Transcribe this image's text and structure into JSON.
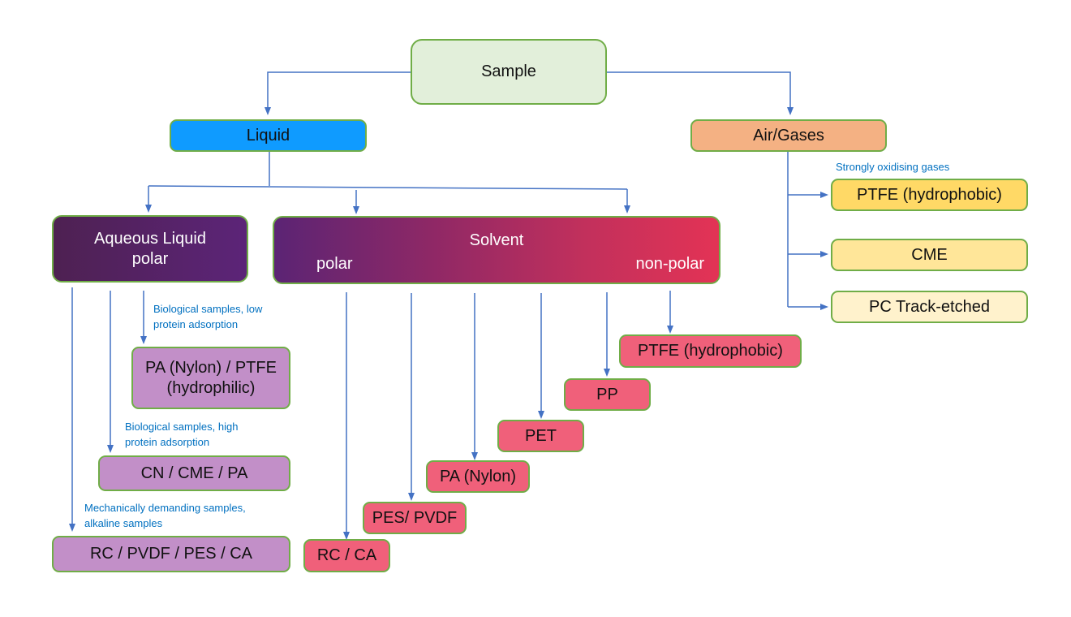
{
  "diagram": {
    "type": "decision-tree",
    "root": {
      "label": "Sample"
    },
    "branches": {
      "liquid": {
        "label": "Liquid"
      },
      "air": {
        "label": "Air/Gases"
      }
    },
    "liquid_types": {
      "aqueous": {
        "line1": "Aqueous Liquid",
        "line2": "polar"
      },
      "solvent": {
        "title": "Solvent",
        "left_label": "polar",
        "right_label": "non-polar"
      }
    },
    "aqueous_filters": [
      {
        "annotation_line1": "Biological samples, low",
        "annotation_line2": "protein adsorption",
        "line1": "PA (Nylon) / PTFE",
        "line2": "(hydrophilic)"
      },
      {
        "annotation_line1": "Biological samples, high",
        "annotation_line2": "protein adsorption",
        "line1": "CN / CME / PA"
      },
      {
        "annotation_line1": "Mechanically demanding samples,",
        "annotation_line2": "alkaline samples",
        "line1": "RC / PVDF / PES / CA"
      }
    ],
    "solvent_filters": [
      {
        "label": "RC / CA"
      },
      {
        "label": "PES/ PVDF"
      },
      {
        "label": "PA (Nylon)"
      },
      {
        "label": "PET"
      },
      {
        "label": "PP"
      },
      {
        "label": "PTFE (hydrophobic)"
      }
    ],
    "gas_filters": {
      "annotation": "Strongly oxidising gases",
      "items": [
        {
          "label": "PTFE (hydrophobic)"
        },
        {
          "label": "CME"
        },
        {
          "label": "PC Track-etched"
        }
      ]
    },
    "colors": {
      "connector": "#4472c4",
      "annotation_text": "#0070c0",
      "node_border": "#70ad47",
      "sample_fill": "#e2efda",
      "liquid_fill": "#0f9bff",
      "air_fill": "#f4b183",
      "aqueous_fill": "#5c2478",
      "solvent_gradient_start": "#5b2474",
      "solvent_gradient_end": "#e33355",
      "aqueous_filter_fill": "#c28fc8",
      "solvent_filter_fill": "#f0607a",
      "gas_filter_fills": [
        "#ffd966",
        "#ffe699",
        "#fff2cc"
      ]
    }
  }
}
